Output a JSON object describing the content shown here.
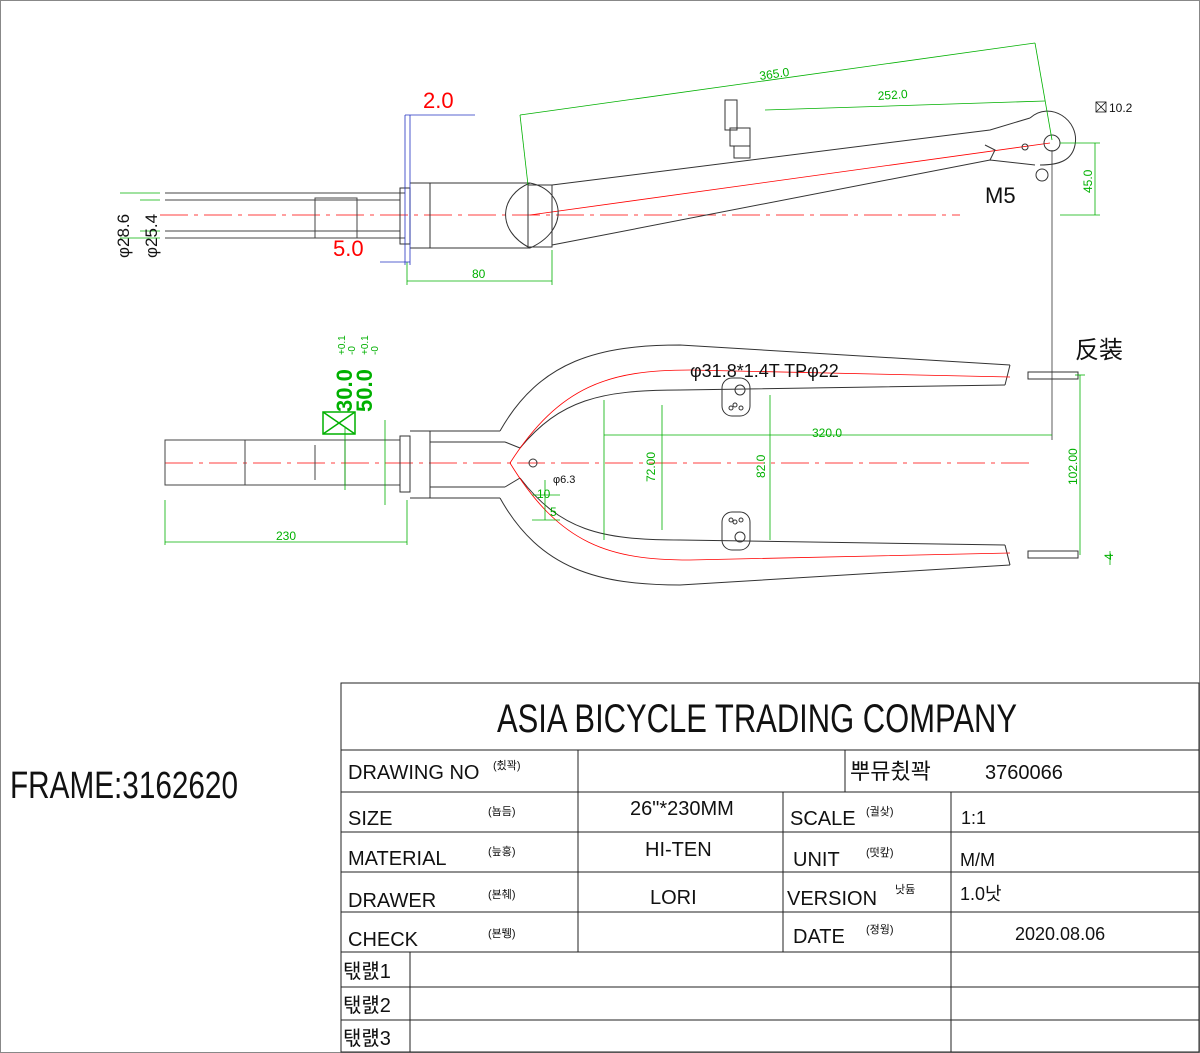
{
  "frame_label": "FRAME:3162620",
  "company": "ASIA BICYCLE TRADING COMPANY",
  "side_view": {
    "dims": {
      "len_365": "365.0",
      "len_252": "252.0",
      "dropout_slot": "10.2",
      "dropout_height": "45.0",
      "bolt": "M5",
      "top_offset": "2.0",
      "crown_offset": "5.0",
      "steer_outer": "φ28.6",
      "steer_inner": "φ25.4",
      "crown_len": "80"
    }
  },
  "top_view": {
    "dims": {
      "tube_spec": "φ31.8*1.4T TPφ22",
      "note_cn": "反装",
      "bearing_30": "30.0",
      "bearing_50": "50.0",
      "tol_30_plus": "+0.1",
      "tol_30_minus": "-0",
      "tol_50_plus": "+0.1",
      "tol_50_minus": "-0",
      "len_320": "320.0",
      "width_102": "102.00",
      "width_72": "72.00",
      "width_82": "82.0",
      "hole": "φ6.3",
      "d_10": "10",
      "d_5": "5",
      "steer_len": "230",
      "d_4": "4"
    }
  },
  "title_block": {
    "drawing_no_label": "DRAWING NO",
    "drawing_no_sub": "(췼꽉)",
    "code_label": "뿌뮤췼꽉",
    "code_value": "3760066",
    "size_label": "SIZE",
    "size_sub": "(뇹듬)",
    "size_value": "26\"*230MM",
    "scale_label": "SCALE",
    "scale_sub": "(궐샂)",
    "scale_value": "1:1",
    "material_label": "MATERIAL",
    "material_sub": "(늪홍)",
    "material_value": "HI-TEN",
    "unit_label": "UNIT",
    "unit_sub": "(떳캎)",
    "unit_value": "M/M",
    "drawer_label": "DRAWER",
    "drawer_sub": "(뵨췌)",
    "drawer_value": "LORI",
    "version_label": "VERSION",
    "version_sub": "낫듐",
    "version_value": "1.0낫",
    "check_label": "CHECK",
    "check_sub": "(뵨뛩)",
    "date_label": "DATE",
    "date_sub": "(졍웡)",
    "date_value": "2020.08.06",
    "rev1": "탟럜1",
    "rev2": "탟럜2",
    "rev3": "탟럜3"
  }
}
